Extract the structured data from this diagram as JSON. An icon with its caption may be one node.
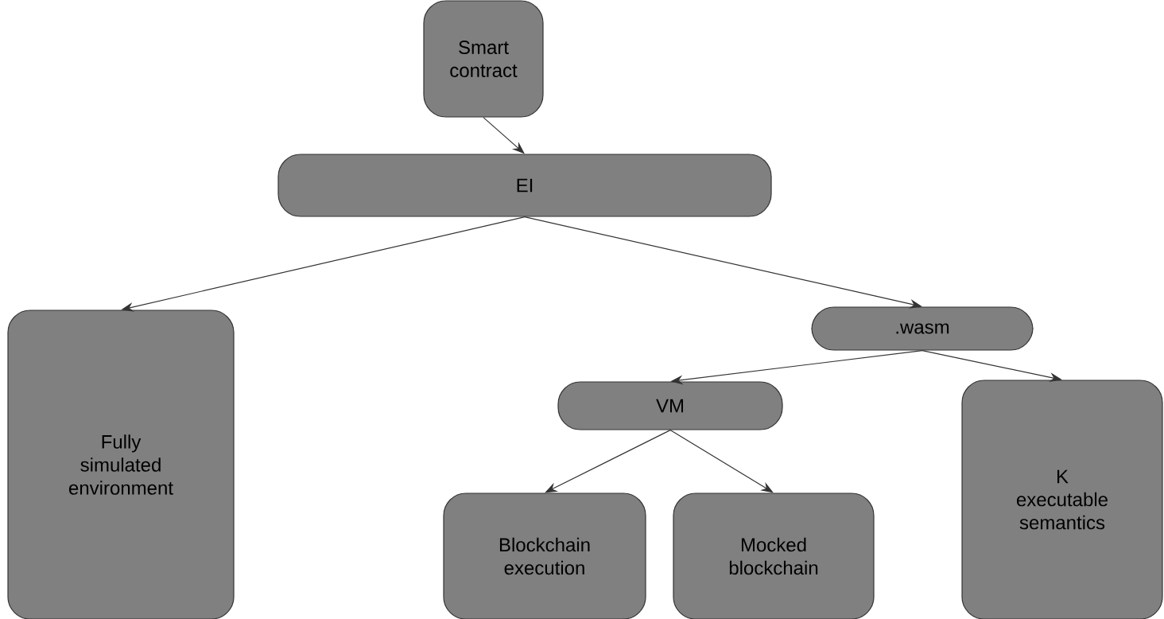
{
  "diagram": {
    "nodes": [
      {
        "text": [
          "Smart contract"
        ]
      },
      {
        "text": [
          "EI"
        ]
      },
      {
        "text": [
          "Fully simulated environment"
        ]
      },
      {
        "text": [
          ".wasm"
        ]
      },
      {
        "text": [
          "VM"
        ]
      },
      {
        "text": [
          "Blockchain execution"
        ]
      },
      {
        "text": [
          "Mocked blockchain"
        ]
      },
      {
        "text": [
          "K executable semantics"
        ]
      }
    ],
    "edges": [
      {
        "from": 0,
        "to": 1,
        "arrow": "to"
      },
      {
        "from": 1,
        "to": 2,
        "arrow": "to"
      },
      {
        "from": 1,
        "to": 3,
        "arrow": "to"
      },
      {
        "from": 3,
        "to": 4,
        "arrow": "to"
      },
      {
        "from": 3,
        "to": 7,
        "arrow": "to"
      },
      {
        "from": 4,
        "to": 5,
        "arrow": "to"
      },
      {
        "from": 4,
        "to": 6,
        "arrow": "to"
      }
    ]
  }
}
